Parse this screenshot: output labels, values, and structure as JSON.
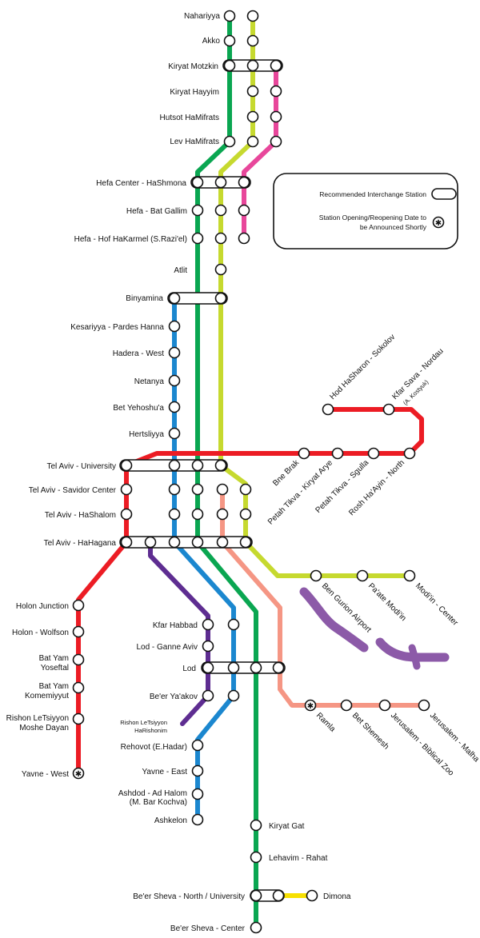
{
  "colors": {
    "green": "#0aa651",
    "lime": "#c6d92f",
    "pink": "#e8479b",
    "blue": "#1b87cf",
    "red": "#ec1c24",
    "salmon": "#f59684",
    "purple": "#5e2d91",
    "yellow": "#f7e000",
    "scribble": "#8c5aa8"
  },
  "legend": {
    "interchange": "Recommended Interchange Station",
    "future_line1": "Station Opening/Reopening Date to",
    "future_line2": "be Announced Shortly"
  },
  "stations": {
    "nahariyya": "Nahariyya",
    "akko": "Akko",
    "kiryat_motzkin": "Kiryat Motzkin",
    "kiryat_hayyim": "Kiryat Hayyim",
    "hutsot_hamifrats": "Hutsot HaMifrats",
    "lev_hamifrats": "Lev HaMifrats",
    "hefa_center": "Hefa Center - HaShmona",
    "hefa_bat_gallim": "Hefa - Bat Gallim",
    "hefa_hof_hakarmel": "Hefa - Hof HaKarmel (S.Razi'el)",
    "atlit": "Atlit",
    "binyamina": "Binyamina",
    "kesariyya": "Kesariyya - Pardes Hanna",
    "hadera": "Hadera - West",
    "netanya": "Netanya",
    "bet_yehoshua": "Bet Yehoshu'a",
    "hertsliyya": "Hertsliyya",
    "ta_university": "Tel Aviv - University",
    "ta_savidor": "Tel Aviv - Savidor Center",
    "ta_hashalom": "Tel Aviv - HaShalom",
    "ta_hahagana": "Tel Aviv - HaHagana",
    "holon_junction": "Holon Junction",
    "holon_wolfson": "Holon - Wolfson",
    "bat_yam_yoseftal_1": "Bat Yam",
    "bat_yam_yoseftal_2": "Yoseftal",
    "bat_yam_komemiyyut_1": "Bat Yam",
    "bat_yam_komemiyyut_2": "Komemiyyut",
    "rishon_md_1": "Rishon LeTsiyyon",
    "rishon_md_2": "Moshe Dayan",
    "yavne_west": "Yavne - West",
    "kfar_habbad": "Kfar Habbad",
    "lod_ganne_aviv": "Lod - Ganne Aviv",
    "lod": "Lod",
    "beer_yaakov": "Be'er Ya'akov",
    "rishon_har_1": "Rishon LeTsiyyon",
    "rishon_har_2": "HaRishonim",
    "rehovot": "Rehovot (E.Hadar)",
    "yavne_east": "Yavne - East",
    "ashdod_1": "Ashdod - Ad Halom",
    "ashdod_2": "(M. Bar Kochva)",
    "ashkelon": "Ashkelon",
    "kiryat_gat": "Kiryat Gat",
    "lehavim": "Lehavim - Rahat",
    "beer_sheva_north": "Be'er Sheva - North / University",
    "dimona": "Dimona",
    "beer_sheva_center": "Be'er Sheva - Center",
    "hod_hasharon": "Hod HaSharon - Sokolov",
    "kfar_sava": "Kfar Sava - Nordau",
    "kfar_sava_sub": "(A. Kostyuk)",
    "bne_brak": "Bne Brak",
    "petah_tikva_ka": "Petah Tikva - Kiryat Arye",
    "petah_tikva_s": "Petah Tikva - Sgulla",
    "rosh_haayin": "Rosh Ha'Ayin - North",
    "ben_gurion": "Ben Gurion Airport",
    "paate_modiin": "Pa'ate Modi'in",
    "modiin_center": "Modi'in - Center",
    "ramla": "Ramla",
    "bet_shemesh": "Bet Shemesh",
    "jlm_zoo": "Jerusalem - Biblical Zoo",
    "jlm_malha": "Jerusalem - Malha"
  }
}
